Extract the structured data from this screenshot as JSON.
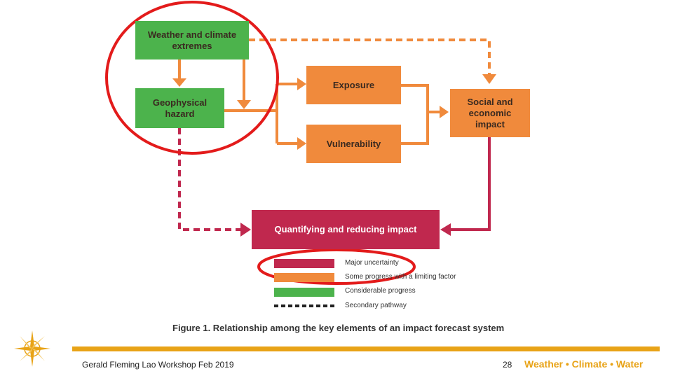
{
  "diagram": {
    "nodes": {
      "weather": "Weather and climate extremes",
      "geophysical": "Geophysical hazard",
      "exposure": "Exposure",
      "vulnerability": "Vulnerability",
      "social": "Social and economic impact",
      "quantifying": "Quantifying and reducing impact"
    },
    "colors": {
      "green": "#4cb34c",
      "orange": "#f08a3c",
      "crimson": "#c0284e",
      "highlight_ring": "#e31b1b"
    }
  },
  "legend": {
    "items": [
      {
        "label": "Major uncertainty",
        "color": "#c0284e",
        "style": "solid"
      },
      {
        "label": "Some progress with a limiting factor",
        "color": "#f08a3c",
        "style": "solid"
      },
      {
        "label": "Considerable progress",
        "color": "#4cb34c",
        "style": "solid"
      },
      {
        "label": "Secondary pathway",
        "color": "#222222",
        "style": "dashed"
      }
    ]
  },
  "caption": "Figure 1. Relationship among the key elements of an impact forecast system",
  "footer": {
    "author": "Gerald Fleming Lao Workshop Feb 2019",
    "page_number": "28",
    "brand": "Weather • Climate • Water",
    "accent": "#e8a317"
  },
  "logo": {
    "icon": "compass-star-icon"
  }
}
